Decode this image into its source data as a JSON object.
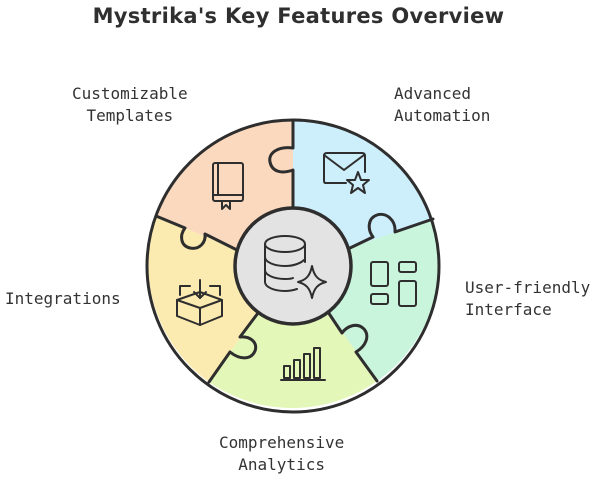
{
  "title": "Mystrika's Key Features Overview",
  "center": {
    "icon": "database-sparkle-icon"
  },
  "segments": [
    {
      "id": "customizable-templates",
      "lines": [
        "Customizable",
        "Templates"
      ],
      "icon": "book-icon",
      "color": "#fbd9bf"
    },
    {
      "id": "advanced-automation",
      "lines": [
        "Advanced",
        "Automation"
      ],
      "icon": "mail-star-icon",
      "color": "#cdeefb"
    },
    {
      "id": "user-friendly-interface",
      "lines": [
        "User-friendly",
        "Interface"
      ],
      "icon": "layout-grid-icon",
      "color": "#c9f5dc"
    },
    {
      "id": "comprehensive-analytics",
      "lines": [
        "Comprehensive",
        "Analytics"
      ],
      "icon": "bar-chart-icon",
      "color": "#e3f7b9"
    },
    {
      "id": "integrations",
      "lines": [
        "Integrations"
      ],
      "icon": "box-download-icon",
      "color": "#fcebb0"
    }
  ],
  "colors": {
    "stroke": "#2e2e2e",
    "center": "#e3e3e3"
  }
}
